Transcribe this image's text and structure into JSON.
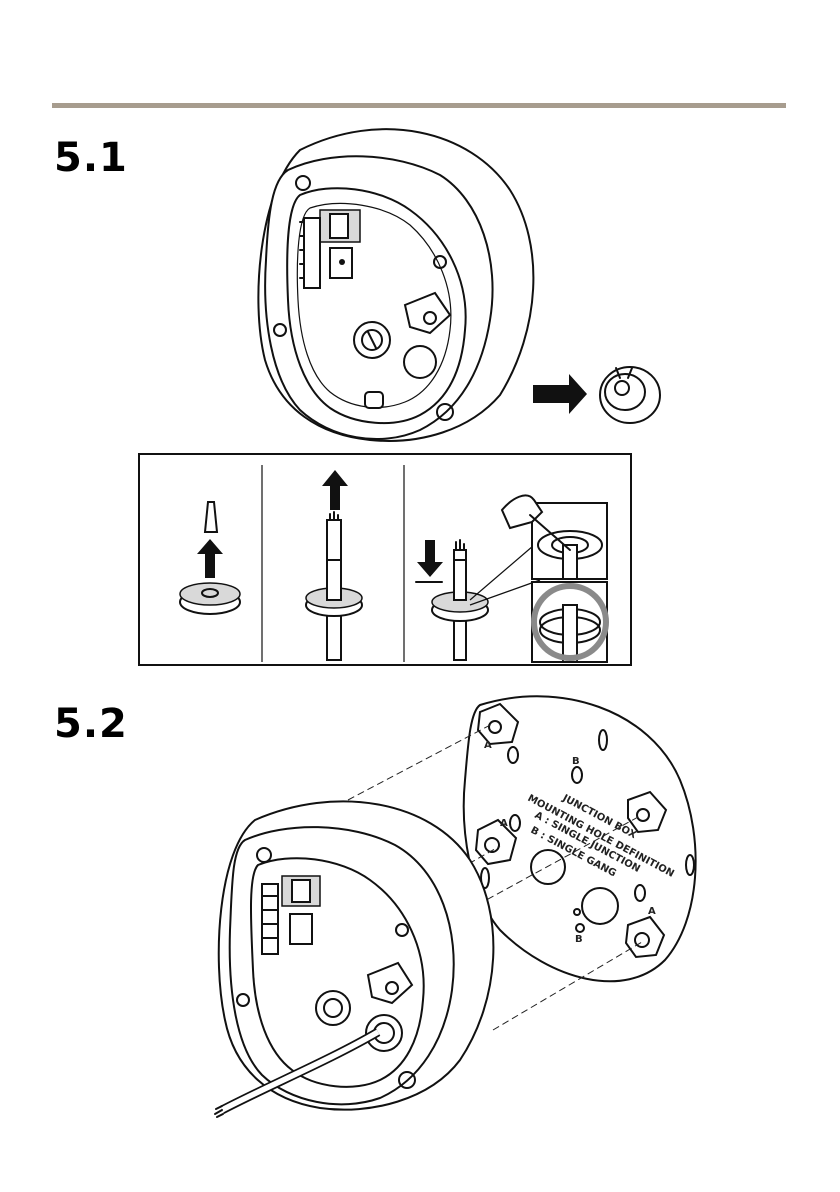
{
  "colors": {
    "rule": "#a79c8e",
    "line": "#111111",
    "highlight_ring": "#8a8a8a"
  },
  "steps": [
    {
      "number": "5.1"
    },
    {
      "number": "5.2"
    }
  ],
  "panels": [
    {
      "name": "remove-plug"
    },
    {
      "name": "push-cable"
    },
    {
      "name": "pierce-grommet"
    }
  ],
  "plate_text": {
    "line1": "JUNCTION BOX",
    "line2": "MOUNTING HOLE DEFINITION",
    "line3": "A : SINGLE JUNCTION",
    "line4": "B : SINGLE GANG",
    "mark_a": "A",
    "mark_b": "B"
  },
  "icons": [
    "arrow-right-icon",
    "arrow-up-icon",
    "arrow-down-icon",
    "hand-tool-icon",
    "highlight-circle-icon"
  ]
}
